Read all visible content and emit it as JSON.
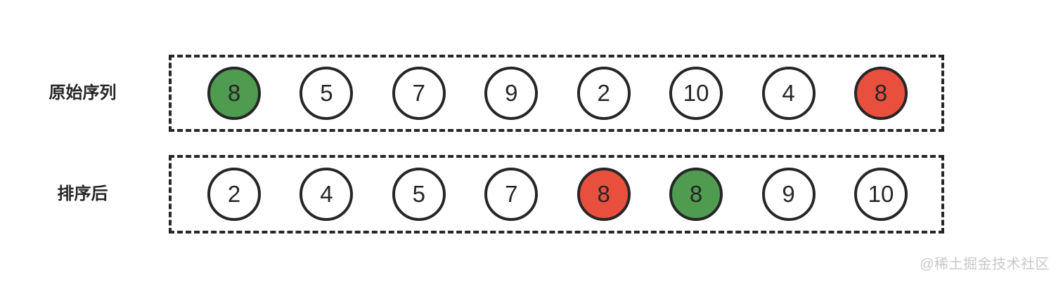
{
  "diagram": {
    "rows": [
      {
        "label": "原始序列",
        "items": [
          {
            "value": "8",
            "color": "green"
          },
          {
            "value": "5",
            "color": "white"
          },
          {
            "value": "7",
            "color": "white"
          },
          {
            "value": "9",
            "color": "white"
          },
          {
            "value": "2",
            "color": "white"
          },
          {
            "value": "10",
            "color": "white"
          },
          {
            "value": "4",
            "color": "white"
          },
          {
            "value": "8",
            "color": "red"
          }
        ]
      },
      {
        "label": "排序后",
        "items": [
          {
            "value": "2",
            "color": "white"
          },
          {
            "value": "4",
            "color": "white"
          },
          {
            "value": "5",
            "color": "white"
          },
          {
            "value": "7",
            "color": "white"
          },
          {
            "value": "8",
            "color": "red"
          },
          {
            "value": "8",
            "color": "green"
          },
          {
            "value": "9",
            "color": "white"
          },
          {
            "value": "10",
            "color": "white"
          }
        ]
      }
    ]
  },
  "watermark": "@稀土掘金技术社区",
  "colors": {
    "green": "#4f9b50",
    "red": "#e8503d",
    "stroke": "#262626",
    "text": "#262626",
    "watermark": "#c8c8c8"
  }
}
